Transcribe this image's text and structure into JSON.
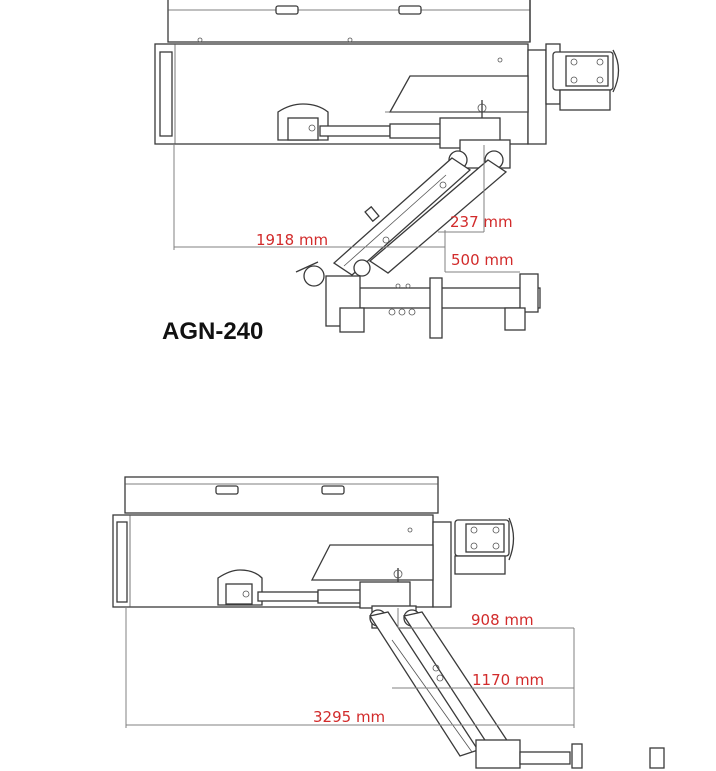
{
  "model_label": "AGN-240",
  "top_view": {
    "dim_width": "1918 mm",
    "dim_offset_small": "237 mm",
    "dim_offset_large": "500 mm"
  },
  "bottom_view": {
    "dim_offset_small": "908 mm",
    "dim_offset_large": "1170 mm",
    "dim_width": "3295 mm"
  },
  "colors": {
    "dimension_text": "#d22b2b",
    "line": "#3a3a3a",
    "background": "#ffffff"
  }
}
